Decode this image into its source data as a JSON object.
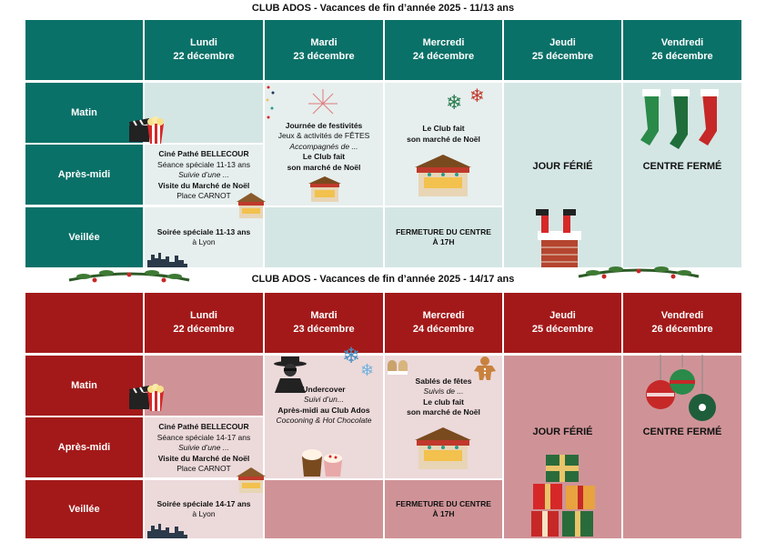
{
  "table1": {
    "title": "CLUB ADOS - Vacances de fin d’année 2025 - 11/13 ans",
    "days": [
      {
        "name": "Lundi",
        "date": "22 décembre"
      },
      {
        "name": "Mardi",
        "date": "23 décembre"
      },
      {
        "name": "Mercredi",
        "date": "24 décembre"
      },
      {
        "name": "Jeudi",
        "date": "25 décembre"
      },
      {
        "name": "Vendredi",
        "date": "26 décembre"
      }
    ],
    "periods": [
      "Matin",
      "Après-midi",
      "Veillée"
    ],
    "lundi": {
      "line1": "Ciné Pathé BELLECOUR",
      "line2": "Séance spéciale 11-13 ans",
      "line3": "Suivie d’une ...",
      "line4": "Visite du Marché de Noël",
      "line5": "Place CARNOT",
      "veillee1": "Soirée spéciale 11-13 ans",
      "veillee2": "à Lyon"
    },
    "mardi": {
      "line1": "Journée de festivités",
      "line2": "Jeux & activités de FÊTES",
      "line3": "Accompagnés de ...",
      "line4": "Le Club fait",
      "line5": "son marché de Noël"
    },
    "mercredi": {
      "line1": "Le Club fait",
      "line2": "son marché de Noël",
      "veillee1": "FERMETURE DU CENTRE",
      "veillee2": "À 17H"
    },
    "jeudi": "JOUR FÉRIÉ",
    "vendredi": "CENTRE FERMÉ"
  },
  "table2": {
    "title": "CLUB ADOS - Vacances de fin d’année 2025 - 14/17 ans",
    "days": [
      {
        "name": "Lundi",
        "date": "22 décembre"
      },
      {
        "name": "Mardi",
        "date": "23 décembre"
      },
      {
        "name": "Mercredi",
        "date": "24 décembre"
      },
      {
        "name": "Jeudi",
        "date": "25 décembre"
      },
      {
        "name": "Vendredi",
        "date": "26 décembre"
      }
    ],
    "periods": [
      "Matin",
      "Après-midi",
      "Veillée"
    ],
    "lundi": {
      "line1": "Ciné Pathé BELLECOUR",
      "line2": "Séance spéciale 14-17 ans",
      "line3": "Suivie d’une ...",
      "line4": "Visite du Marché de Noël",
      "line5": "Place CARNOT",
      "veillee1": "Soirée spéciale 14-17 ans",
      "veillee2": "à Lyon"
    },
    "mardi": {
      "line1": "Undercover",
      "line2": "Suivi d’un...",
      "line3": "Après-midi au Club Ados",
      "line4": "Cocooning & Hot Chocolate"
    },
    "mercredi": {
      "line1": "Sablés de fêtes",
      "line2": "Suivis de ...",
      "line3": "Le club fait",
      "line4": "son marché de Noël",
      "veillee1": "FERMETURE DU CENTRE",
      "veillee2": "À 17H"
    },
    "jeudi": "JOUR FÉRIÉ",
    "vendredi": "CENTRE FERMÉ"
  },
  "icons": [
    "popcorn-clapper-icon",
    "christmas-market-stall-icon",
    "city-skyline-icon",
    "christmas-stockings-icon",
    "santa-chimney-icon",
    "holly-garland-icon",
    "christmas-ornaments-icon",
    "gift-boxes-icon",
    "spy-icon",
    "snowflake-icon",
    "gingerbread-icon",
    "hot-chocolate-icon",
    "firework-icon"
  ],
  "colors": {
    "teal": "#0a7168",
    "teal_light": "#d4e6e4",
    "red": "#a31919",
    "red_light": "#cf9397"
  }
}
